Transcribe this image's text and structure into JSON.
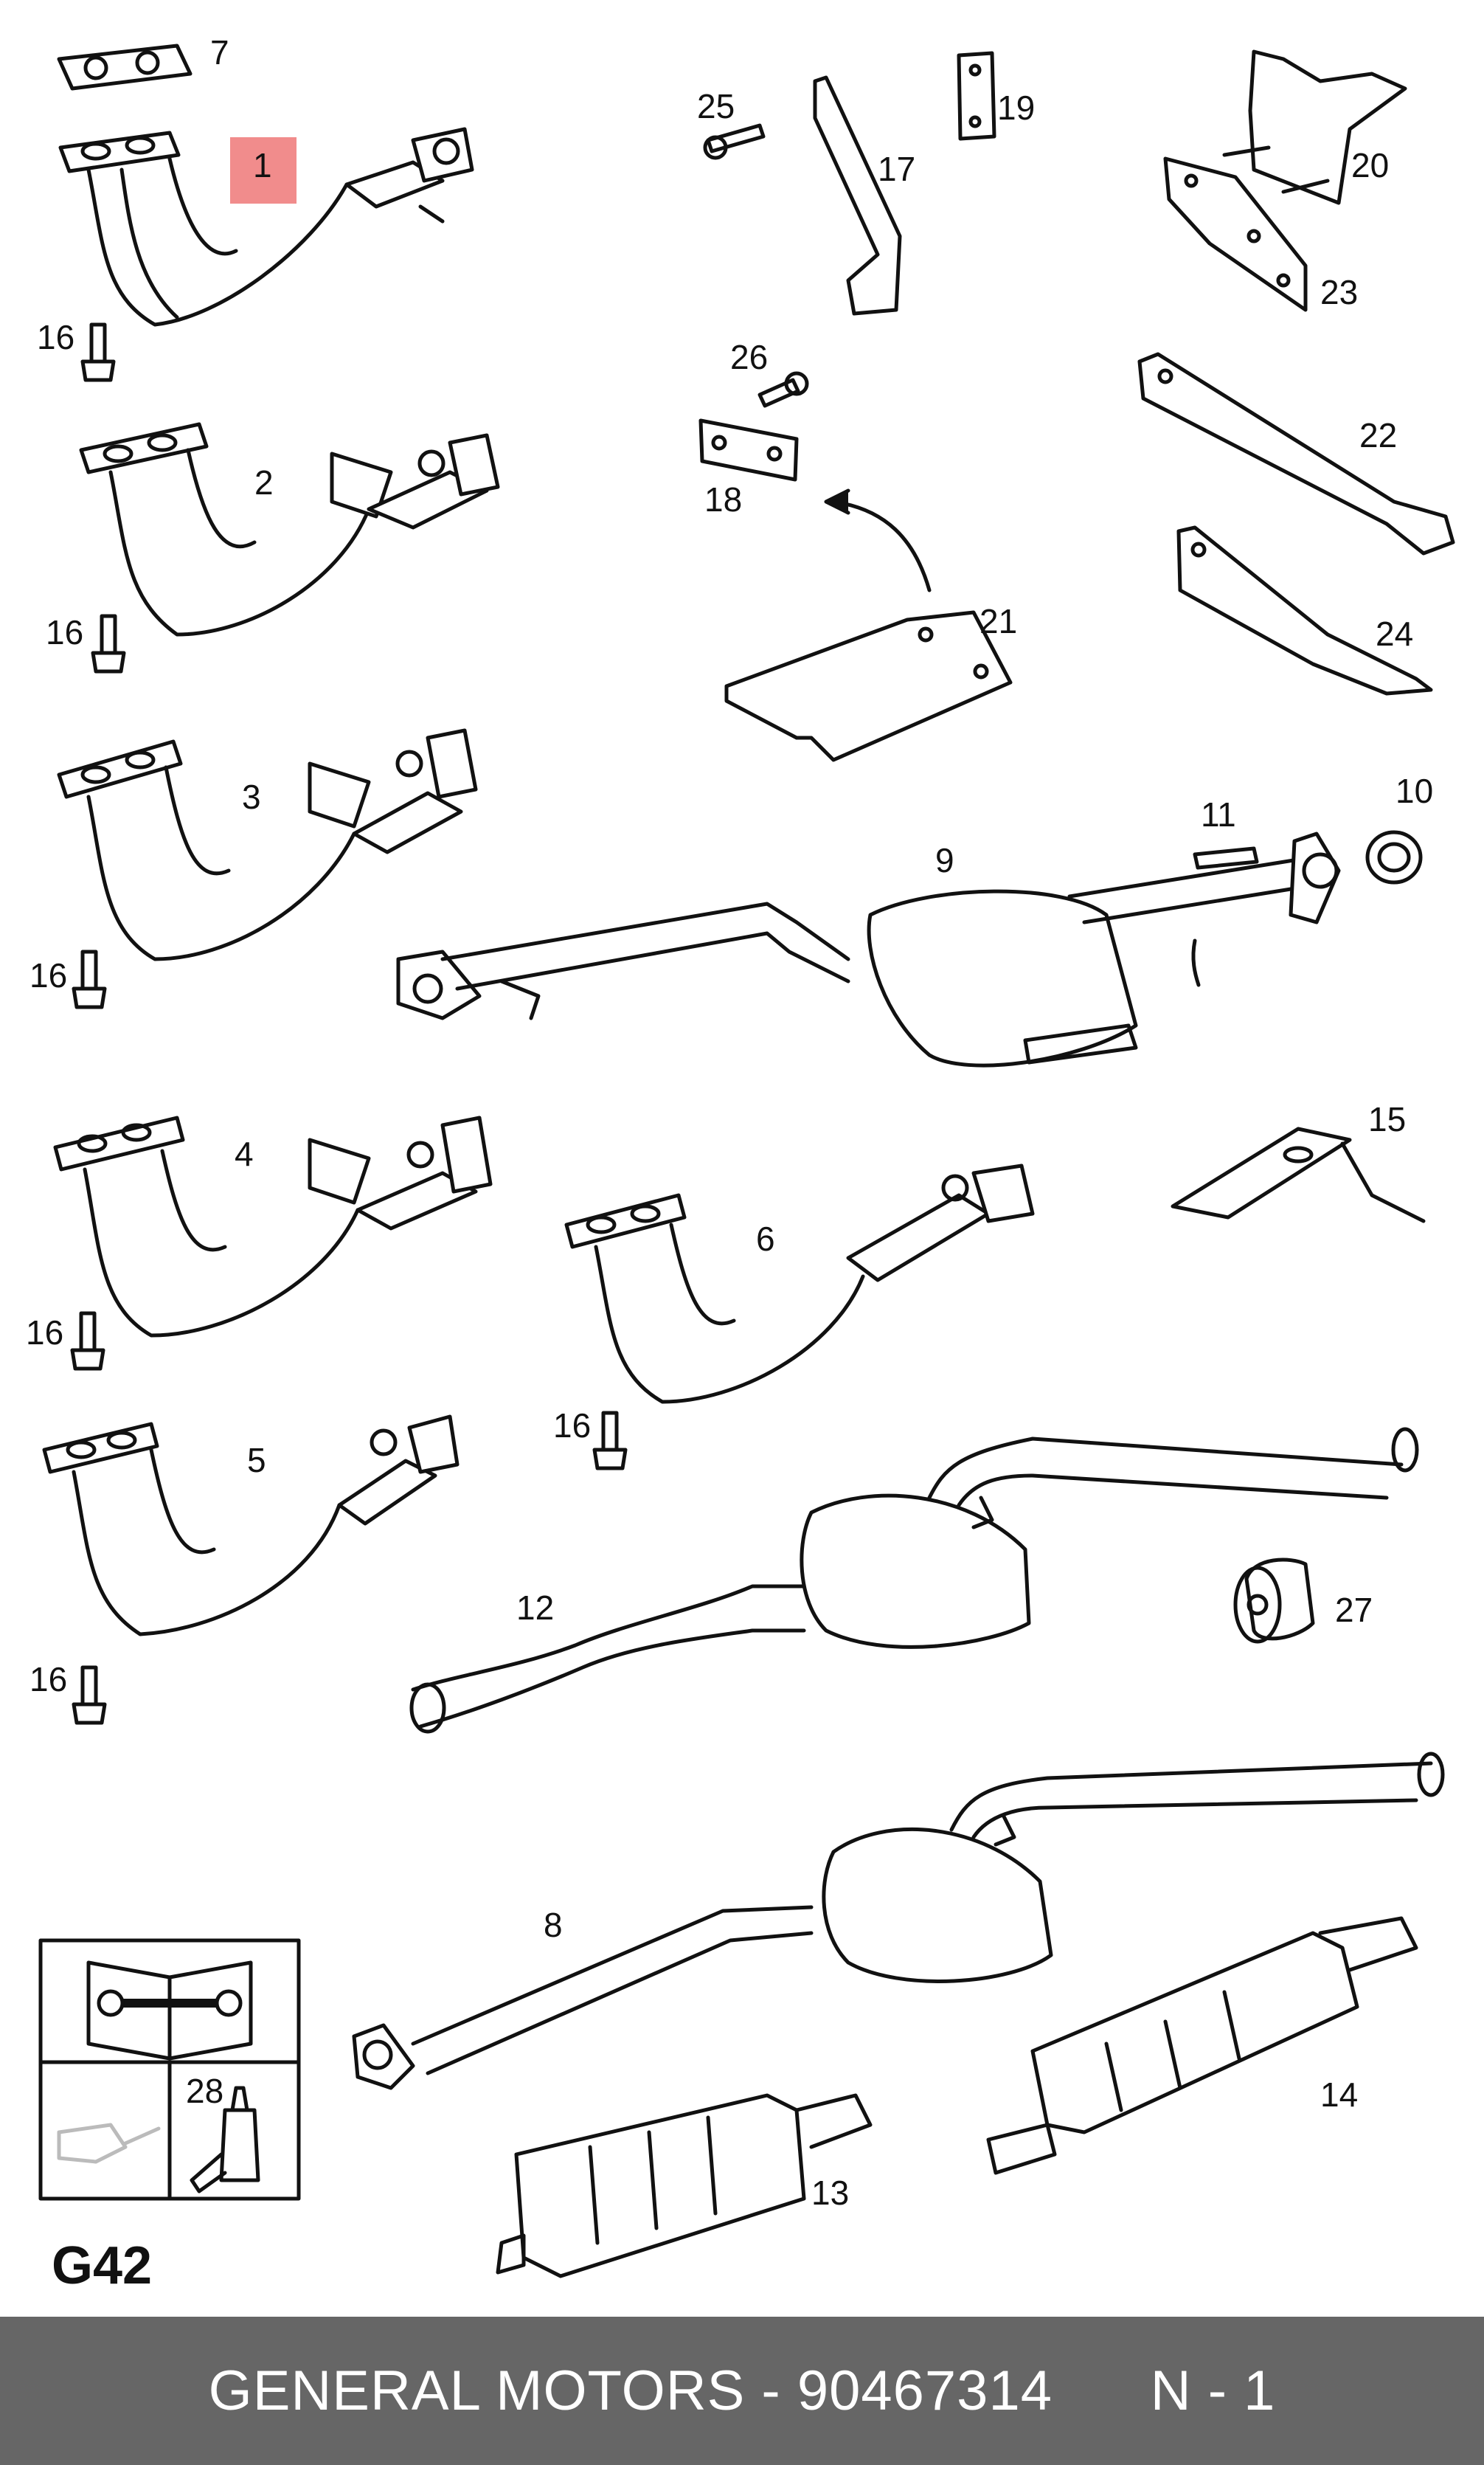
{
  "diagram": {
    "section_code": "G42",
    "highlight_color": "#f08080",
    "callouts": {
      "c1": "1",
      "c2": "2",
      "c3": "3",
      "c4": "4",
      "c5": "5",
      "c6": "6",
      "c7": "7",
      "c8": "8",
      "c9": "9",
      "c10": "10",
      "c11": "11",
      "c12": "12",
      "c13": "13",
      "c14": "14",
      "c15": "15",
      "c16a": "16",
      "c16b": "16",
      "c16c": "16",
      "c16d": "16",
      "c16e": "16",
      "c16f": "16",
      "c17": "17",
      "c18": "18",
      "c19": "19",
      "c20": "20",
      "c21": "21",
      "c22": "22",
      "c23": "23",
      "c24": "24",
      "c25": "25",
      "c26": "26",
      "c27": "27",
      "c28": "28"
    },
    "icons": [
      "manual-wrench-icon",
      "oil-can-icon",
      "sealant-tube-icon"
    ]
  },
  "footer": {
    "brand": "GENERAL MOTORS",
    "separator": " - ",
    "part_number": "90467314",
    "quantity": "N - 1",
    "background": "#666666"
  }
}
